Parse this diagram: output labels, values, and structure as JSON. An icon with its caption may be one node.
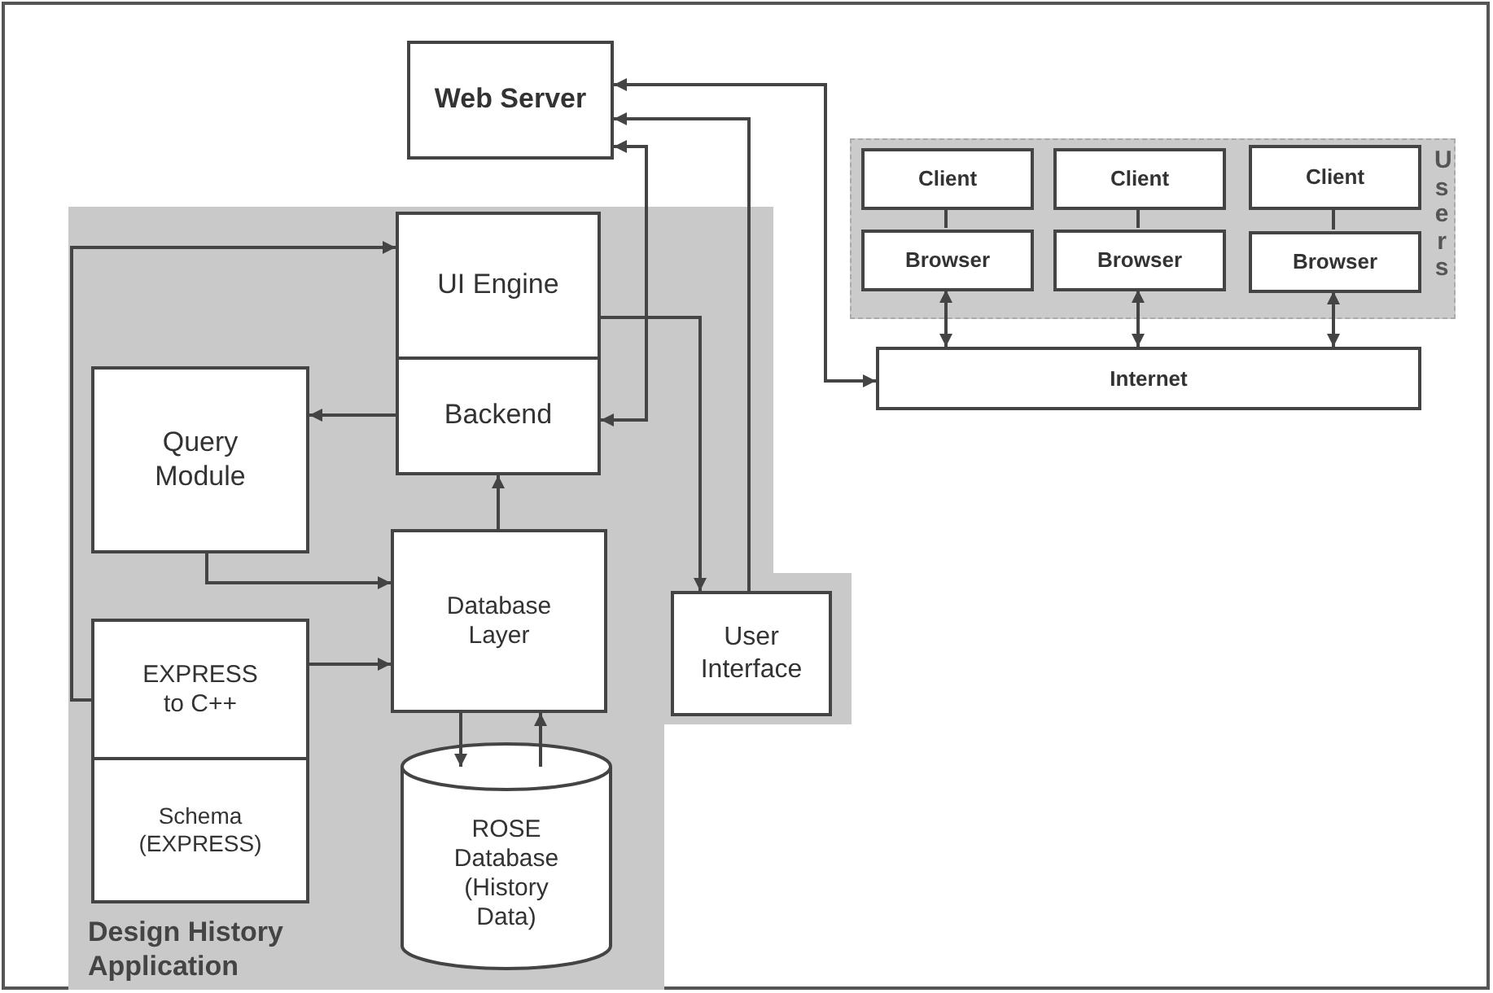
{
  "diagram": {
    "nodes": [
      {
        "text": [
          "Design History Application"
        ]
      },
      {
        "text": [
          "Web Server"
        ]
      },
      {
        "text": [
          "UI Engine"
        ],
        "in": 0
      },
      {
        "text": [
          "Backend"
        ],
        "in": 0
      },
      {
        "text": [
          "Query Module"
        ],
        "in": 0
      },
      {
        "text": [
          "Database Layer"
        ],
        "in": 0
      },
      {
        "text": [
          "EXPRESS to C++"
        ],
        "in": 0
      },
      {
        "text": [
          "Schema (EXPRESS)"
        ],
        "in": 0
      },
      {
        "text": [
          "ROSE Database (History Data)"
        ],
        "in": 0
      },
      {
        "text": [
          "User Interface"
        ],
        "in": 0
      },
      {
        "text": [
          "Users"
        ]
      },
      {
        "text": [
          "Client"
        ],
        "in": 10
      },
      {
        "text": [
          "Client"
        ],
        "in": 10
      },
      {
        "text": [
          "Client"
        ],
        "in": 10
      },
      {
        "text": [
          "Browser"
        ],
        "in": 10
      },
      {
        "text": [
          "Browser"
        ],
        "in": 10
      },
      {
        "text": [
          "Browser"
        ],
        "in": 10
      },
      {
        "text": [
          "Internet"
        ]
      }
    ],
    "edges": [
      {
        "from": 1,
        "to": 17,
        "arrow": "both"
      },
      {
        "from": 9,
        "to": 1,
        "arrow": "to"
      },
      {
        "from": 2,
        "to": 9,
        "arrow": "to"
      },
      {
        "from": 1,
        "to": 3,
        "arrow": "both"
      },
      {
        "from": 3,
        "to": 4,
        "arrow": "to"
      },
      {
        "from": 4,
        "to": 5,
        "arrow": "to"
      },
      {
        "from": 6,
        "to": 5,
        "arrow": "to"
      },
      {
        "from": 6,
        "to": 2,
        "arrow": "to"
      },
      {
        "from": 5,
        "to": 3,
        "arrow": "to"
      },
      {
        "from": 5,
        "to": 8,
        "arrow": "to"
      },
      {
        "from": 8,
        "to": 5,
        "arrow": "to"
      },
      {
        "from": 11,
        "to": 14,
        "arrow": "none"
      },
      {
        "from": 12,
        "to": 15,
        "arrow": "none"
      },
      {
        "from": 13,
        "to": 16,
        "arrow": "none"
      },
      {
        "from": 14,
        "to": 17,
        "arrow": "both"
      },
      {
        "from": 15,
        "to": 17,
        "arrow": "both"
      },
      {
        "from": 16,
        "to": 17,
        "arrow": "both"
      }
    ]
  }
}
